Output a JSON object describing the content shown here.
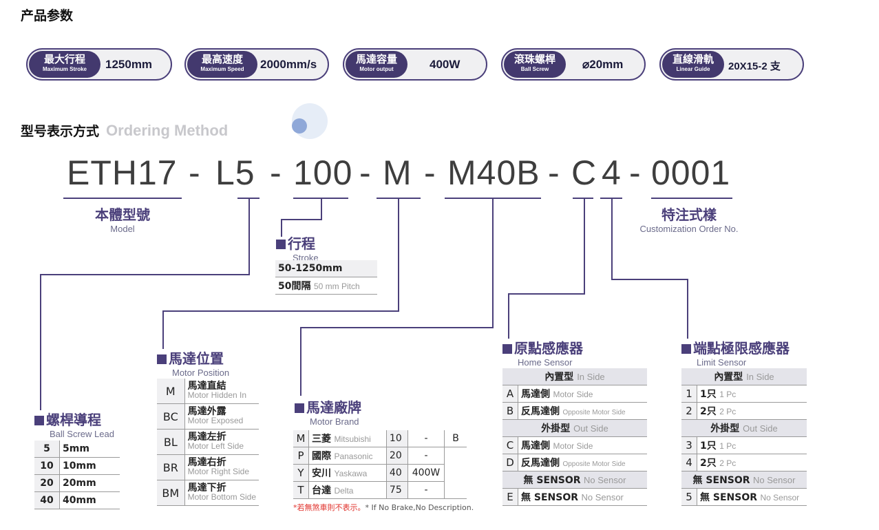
{
  "sections": {
    "params_title": "产品参数",
    "ordering_title": "型号表示方式",
    "ordering_sub": "Ordering Method"
  },
  "specs": [
    {
      "zh": "最大行程",
      "en": "Maximum Stroke",
      "value": "1250mm"
    },
    {
      "zh": "最高速度",
      "en": "Maximum Speed",
      "value": "2000mm/s"
    },
    {
      "zh": "馬達容量",
      "en": "Motor output",
      "value": "400W"
    },
    {
      "zh": "滾珠螺桿",
      "en": "Ball Screw",
      "value": "⌀20mm"
    },
    {
      "zh": "直線滑軌",
      "en": "Linear Guide",
      "value": "20X15-2 支"
    }
  ],
  "code": {
    "model": "ETH17",
    "lead": "L5",
    "stroke": "100",
    "motor_pos": "M",
    "brand": "M40B",
    "home": "C",
    "limit": "4",
    "custom": "0001",
    "dash": "-"
  },
  "labels": {
    "model": {
      "zh": "本體型號",
      "en": "Model"
    },
    "custom": {
      "zh": "特注式樣",
      "en": "Customization Order No."
    },
    "stroke": {
      "zh": "行程",
      "en": "Stroke"
    },
    "lead": {
      "zh": "螺桿導程",
      "en": "Ball Screw Lead"
    },
    "motor_pos": {
      "zh": "馬達位置",
      "en": "Motor Position"
    },
    "brand": {
      "zh": "馬達廠牌",
      "en": "Motor Brand"
    },
    "home": {
      "zh": "原點感應器",
      "en": "Home Sensor"
    },
    "limit": {
      "zh": "端點極限感應器",
      "en": "Limit Sensor"
    }
  },
  "stroke_table": {
    "range": "50-1250mm",
    "pitch_zh": "50間隔",
    "pitch_en": "50 mm Pitch"
  },
  "lead_table": [
    {
      "k": "5",
      "v": "5mm"
    },
    {
      "k": "10",
      "v": "10mm"
    },
    {
      "k": "20",
      "v": "20mm"
    },
    {
      "k": "40",
      "v": "40mm"
    }
  ],
  "motor_pos_table": [
    {
      "k": "M",
      "zh": "馬達直結",
      "en": "Motor Hidden In"
    },
    {
      "k": "BC",
      "zh": "馬達外露",
      "en": "Motor Exposed"
    },
    {
      "k": "BL",
      "zh": "馬達左折",
      "en": "Motor Left Side"
    },
    {
      "k": "BR",
      "zh": "馬達右折",
      "en": "Motor Right Side"
    },
    {
      "k": "BM",
      "zh": "馬達下折",
      "en": "Motor Bottom Side"
    }
  ],
  "brand_table": {
    "rows": [
      {
        "k": "M",
        "zh": "三菱",
        "en": "Mitsubishi",
        "n": "10",
        "w": "-"
      },
      {
        "k": "P",
        "zh": "國際",
        "en": "Panasonic",
        "n": "20",
        "w": "-"
      },
      {
        "k": "Y",
        "zh": "安川",
        "en": "Yaskawa",
        "n": "40",
        "w": "400W"
      },
      {
        "k": "T",
        "zh": "台達",
        "en": "Delta",
        "n": "75",
        "w": "-"
      }
    ],
    "b": "B",
    "note_red": "*若無煞車則不表示。",
    "note_en": "* If No Brake,No Description."
  },
  "home_table": {
    "in_zh": "內置型",
    "in_en": "In Side",
    "out_zh": "外掛型",
    "out_en": "Out Side",
    "rows_in": [
      {
        "k": "A",
        "zh": "馬達側",
        "en": "Motor Side"
      },
      {
        "k": "B",
        "zh": "反馬達側",
        "en": "Opposite Motor Side"
      }
    ],
    "rows_out": [
      {
        "k": "C",
        "zh": "馬達側",
        "en": "Motor Side"
      },
      {
        "k": "D",
        "zh": "反馬達側",
        "en": "Opposite Motor Side"
      }
    ],
    "none_zh": "無 SENSOR",
    "none_en": "No Sensor",
    "e_k": "E",
    "e_zh": "無 SENSOR",
    "e_en": "No Sensor"
  },
  "limit_table": {
    "in_zh": "內置型",
    "in_en": "In Side",
    "out_zh": "外掛型",
    "out_en": "Out Side",
    "rows_in": [
      {
        "k": "1",
        "zh": "1只",
        "en": "1 Pc"
      },
      {
        "k": "2",
        "zh": "2只",
        "en": "2 Pc"
      }
    ],
    "rows_out": [
      {
        "k": "3",
        "zh": "1只",
        "en": "1 Pc"
      },
      {
        "k": "4",
        "zh": "2只",
        "en": "2 Pc"
      }
    ],
    "none_zh": "無 SENSOR",
    "none_en": "No Sensor",
    "k5": "5",
    "k5_zh": "無 SENSOR",
    "k5_en": "No Sensor"
  }
}
